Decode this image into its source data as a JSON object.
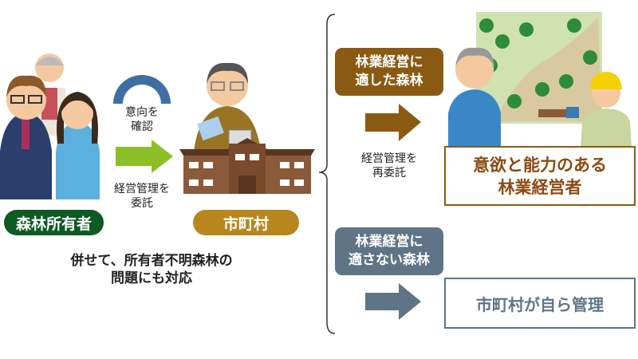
{
  "owners": {
    "label": "森林所有者",
    "color": "#0d5a22"
  },
  "municipality": {
    "label": "市町村",
    "color": "#b8861c"
  },
  "confirm_intent": {
    "line1": "意向を",
    "line2": "確認"
  },
  "entrust": {
    "line1": "経営管理を",
    "line2": "委託"
  },
  "note": {
    "line1": "併せて、所有者不明森林の",
    "line2": "問題にも対応"
  },
  "suitable": {
    "line1": "林業経営に",
    "line2": "適した森林",
    "color": "#8b5a12"
  },
  "re_entrust": {
    "line1": "経営管理を",
    "line2": "再委託"
  },
  "operator": {
    "line1": "意欲と能力のある",
    "line2": "林業経営者"
  },
  "unsuitable": {
    "line1": "林業経営に",
    "line2": "適さない森林",
    "color": "#5f7587"
  },
  "self_manage": {
    "label": "市町村が自ら管理"
  }
}
